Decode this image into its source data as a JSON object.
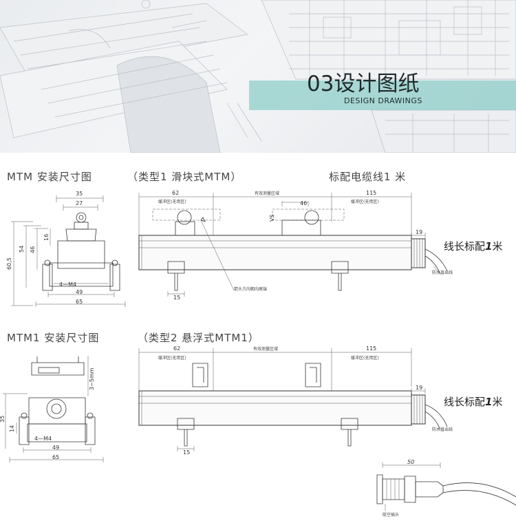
{
  "banner": {
    "title": "03设计图纸",
    "subtitle": "DESIGN DRAWINGS"
  },
  "section1": {
    "title": "MTM 安装尺寸图",
    "type_label": "（类型1 滑块式MTM）",
    "cable_label": "标配电缆线1 米",
    "cable_length_label": "线长标配",
    "cable_length_value": "1",
    "cable_length_unit": "米",
    "dims": {
      "width_35": "35",
      "width_27": "27",
      "height_60_5": "60,5",
      "height_54": "54",
      "height_46": "46",
      "height_16": "16",
      "screws": "4—M4",
      "width_49": "49",
      "width_65": "65",
      "left_62": "62",
      "right_115": "115",
      "slider_46": "46",
      "cap_19": "19",
      "foot_15": "15",
      "small_vs": "VS"
    },
    "notes": {
      "effective_range": "有效测量区域",
      "buffer_left": "缓冲区(无用区)",
      "buffer_right": "缓冲区(无用区)",
      "arrow_note": "箭头方向朝向尾端",
      "waterproof": "防水直出线"
    }
  },
  "section2": {
    "title": "MTM1 安装尺寸图",
    "type_label": "（类型2 悬浮式MTM1）",
    "cable_length_label": "线长标配",
    "cable_length_value": "1",
    "cable_length_unit": "米",
    "dims": {
      "gap": "3~5mm",
      "height_35": "35",
      "height_14": "14",
      "screws": "4—M4",
      "width_49": "49",
      "width_65": "65",
      "left_62": "62",
      "right_115": "115",
      "cap_19": "19",
      "foot_15": "15",
      "connector_50": "50"
    },
    "notes": {
      "effective_range": "有效测量区域",
      "buffer_left": "缓冲区(无用区)",
      "buffer_right": "缓冲区(无用区)",
      "waterproof": "防水直出线",
      "aviation_plug": "航空插头"
    }
  },
  "colors": {
    "title_band": "#8ccdc8",
    "line": "#333333",
    "background": "#ffffff"
  }
}
